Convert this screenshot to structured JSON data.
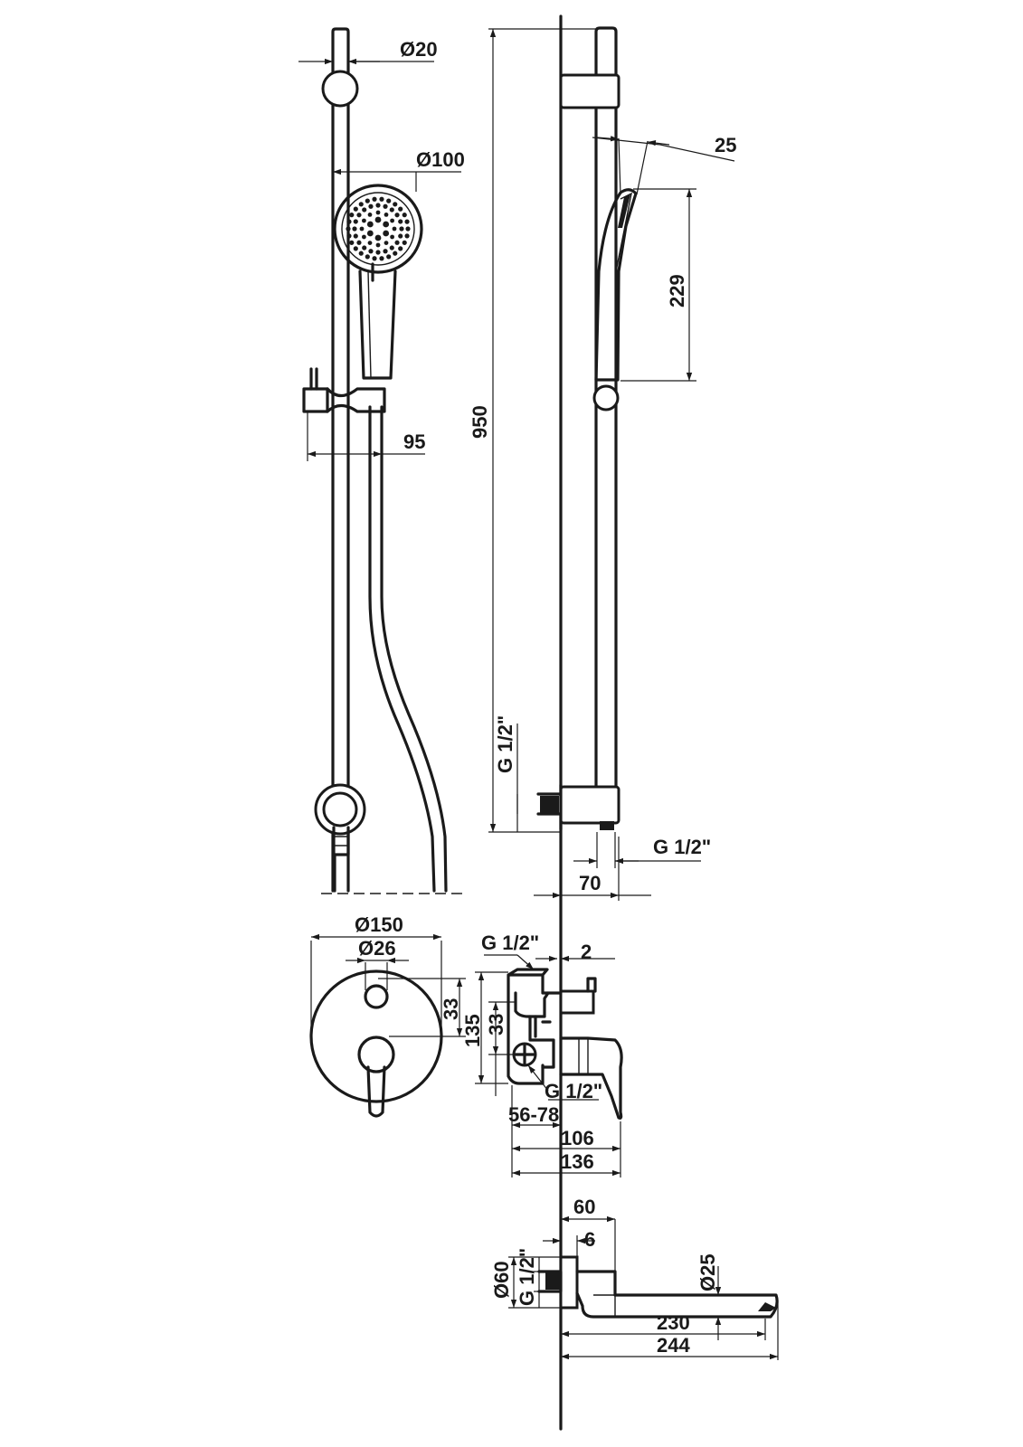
{
  "labels": {
    "bar_diameter": "Ø20",
    "head_diameter": "Ø100",
    "holder_offset": "95",
    "head_tilt": "25",
    "handset_length": "229",
    "bar_height": "950",
    "inlet_thread_vertical": "G 1/2\"",
    "outlet_thread": "G 1/2\"",
    "wall_offset": "70",
    "plate_diameter": "Ø150",
    "knob_diameter": "Ø26",
    "knob_to_center_front": "33",
    "knob_to_center_side": "33",
    "body_height": "135",
    "top_thread": "G 1/2\"",
    "gap": "2",
    "side_thread": "G 1/2\"",
    "install_depth": "56-78",
    "depth_106": "106",
    "depth_136": "136",
    "spout_base": "60",
    "spout_gap": "6",
    "spout_flange": "Ø60",
    "spout_thread": "G 1/2\"",
    "spout_diameter": "Ø25",
    "spout_reach_230": "230",
    "spout_reach_244": "244"
  }
}
